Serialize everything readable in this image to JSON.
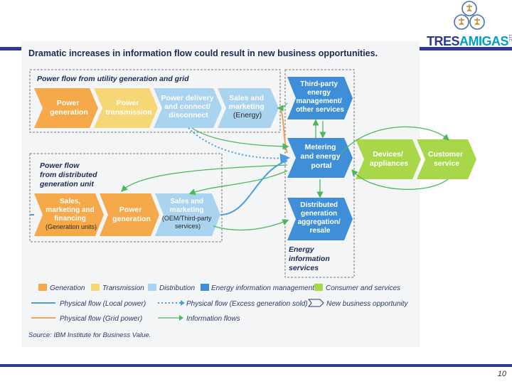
{
  "brand": {
    "name_part1": "TRES",
    "name_part2": "AMIGAS",
    "suffix": "LLC"
  },
  "headline": "Dramatic increases in information flow could result in new business opportunities.",
  "sections": {
    "utility": "Power flow from utility generation and grid",
    "distributed": [
      "Power flow",
      "from distributed",
      "generation unit"
    ],
    "energy_info": [
      "Energy",
      "information",
      "services"
    ]
  },
  "nodes": {
    "power_generation_top": [
      "Power",
      "generation"
    ],
    "power_transmission": [
      "Power",
      "transmission"
    ],
    "power_delivery": [
      "Power delivery",
      "and connect/",
      "disconnect"
    ],
    "sales_marketing_top": [
      "Sales and",
      "marketing",
      "(Energy)"
    ],
    "third_party": [
      "Third-party",
      "energy",
      "management/",
      "other services"
    ],
    "metering": [
      "Metering",
      "and energy",
      "portal"
    ],
    "devices": [
      "Devices/",
      "appliances"
    ],
    "customer_service": [
      "Customer",
      "service"
    ],
    "distributed_gen": [
      "Distributed",
      "generation",
      "aggregation/",
      "resale"
    ],
    "sales_financing": [
      "Sales,",
      "marketing and",
      "financing",
      "(Generation units)"
    ],
    "power_generation_bottom": [
      "Power",
      "generation"
    ],
    "sales_marketing_bottom": [
      "Sales and",
      "marketing",
      "(OEM/Third-party",
      "services)"
    ]
  },
  "legend": {
    "categories": [
      {
        "label": "Generation",
        "color": "#f5a94a"
      },
      {
        "label": "Transmission",
        "color": "#f6d775"
      },
      {
        "label": "Distribution",
        "color": "#a9d3ef"
      },
      {
        "label": "Energy information management",
        "color": "#3e8fd8"
      },
      {
        "label": "Consumer and services",
        "color": "#a8d84a"
      }
    ],
    "flows": [
      {
        "label": "Physical flow (Local power)",
        "style": "solid-blue"
      },
      {
        "label": "Physical flow (Excess generation sold)",
        "style": "dotted-blue"
      },
      {
        "label": "New business opportunity",
        "style": "outline-arrow"
      },
      {
        "label": "Physical flow (Grid power)",
        "style": "solid-orange"
      },
      {
        "label": "Information flows",
        "style": "green-arrow"
      }
    ]
  },
  "source": "Source: IBM Institute for Business Value.",
  "page_number": "10",
  "colors": {
    "generation": "#f5a94a",
    "transmission": "#f6d775",
    "distribution": "#a9d3ef",
    "energy_info": "#3e8fd8",
    "consumer": "#a8d84a",
    "info_flow": "#4cb85c",
    "local_power": "#4a9ee0",
    "grid_power": "#f0a35a",
    "brand_blue": "#2f3a8f"
  }
}
